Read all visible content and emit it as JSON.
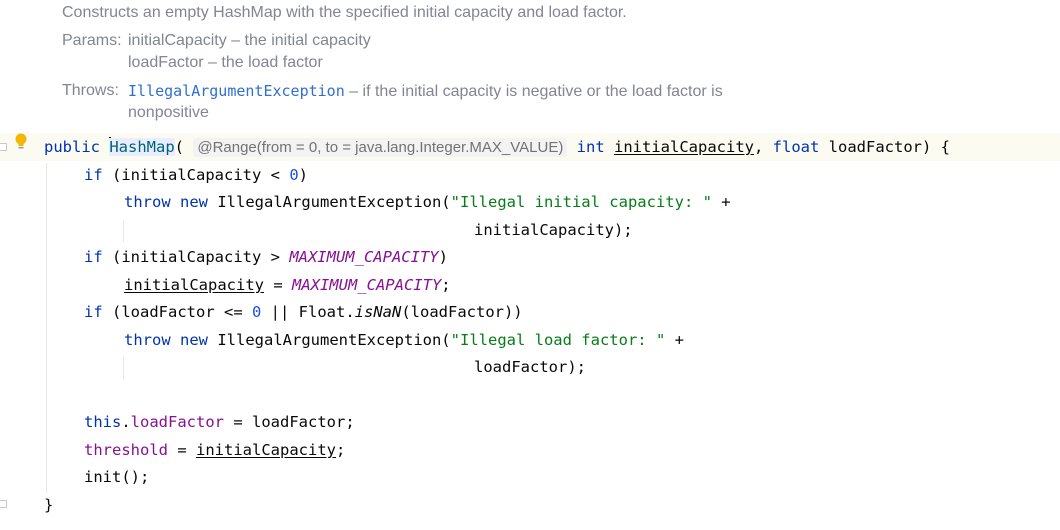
{
  "doc": {
    "summary": "Constructs an empty HashMap with the specified initial capacity and load factor.",
    "params_label": "Params:",
    "param1": "initialCapacity – the initial capacity",
    "param2": "loadFactor – the load factor",
    "throws_label": "Throws:",
    "throws_type": "IllegalArgumentException",
    "throws_text_1": " – if the initial capacity is negative or the load factor is",
    "throws_text_2": "nonpositive"
  },
  "code": {
    "l1": {
      "public": "public",
      "method": "HashMap",
      "paren_open": "( ",
      "annotation": "@Range(from = 0, to = java.lang.Integer.MAX_VALUE)",
      "space": " ",
      "int": "int",
      "param1": "initialCapacity",
      "comma": ", ",
      "float": "float",
      "param2_rest": " loadFactor) {"
    },
    "l2": {
      "if": "if",
      "rest": " (initialCapacity < ",
      "zero": "0",
      "close": ")"
    },
    "l3": {
      "throw": "throw",
      "new": "new",
      "rest": " IllegalArgumentException(",
      "str": "\"Illegal initial capacity: \"",
      "plus": " +"
    },
    "l4": {
      "text": "initialCapacity);"
    },
    "l5": {
      "if": "if",
      "rest": " (initialCapacity > ",
      "const": "MAXIMUM_CAPACITY",
      "close": ")"
    },
    "l6": {
      "var": "initialCapacity",
      "eq": " = ",
      "const": "MAXIMUM_CAPACITY",
      "semi": ";"
    },
    "l7": {
      "if": "if",
      "rest": " (loadFactor <= ",
      "zero": "0",
      "or": " || Float.",
      "isnan": "isNaN",
      "close": "(loadFactor))"
    },
    "l8": {
      "throw": "throw",
      "new": "new",
      "rest": " IllegalArgumentException(",
      "str": "\"Illegal load factor: \"",
      "plus": " +"
    },
    "l9": {
      "text": "loadFactor);"
    },
    "l10": {
      "this": "this",
      "dot": ".",
      "field": "loadFactor",
      "rest": " = loadFactor;"
    },
    "l11": {
      "field": "threshold",
      "eq": " = ",
      "var": "initialCapacity",
      "semi": ";"
    },
    "l12": {
      "text": "init();"
    },
    "l13": {
      "text": "}"
    }
  },
  "icons": {
    "gutter": "lightbulb-icon"
  }
}
